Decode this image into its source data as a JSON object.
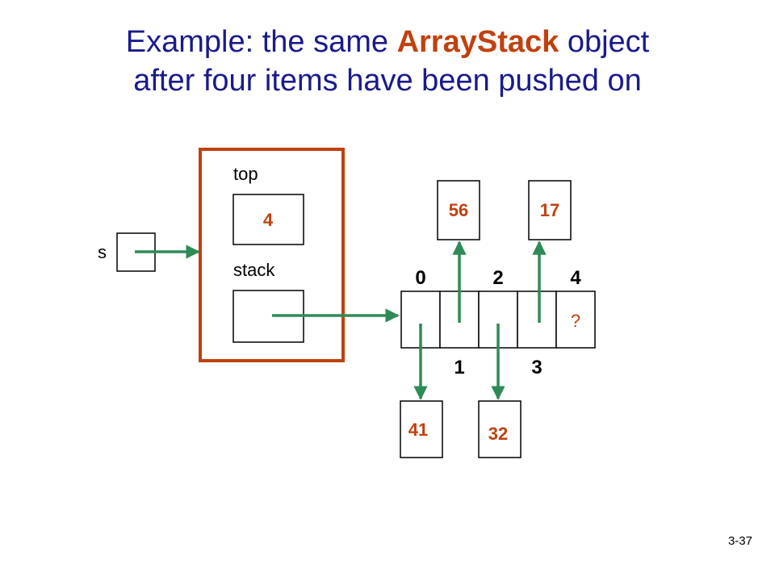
{
  "slide": {
    "title_line1_pre": "Example: the same ",
    "title_highlight": "ArrayStack",
    "title_line1_post": " object",
    "title_line2": "after four items have been pushed on",
    "slide_number": "3-37"
  },
  "diagram": {
    "variable_label": "s",
    "fields": {
      "top_label": "top",
      "top_value": "4",
      "stack_label": "stack"
    },
    "array": {
      "indices_above": [
        "0",
        "2",
        "4"
      ],
      "indices_below": [
        "1",
        "3"
      ],
      "unused_cell": "?"
    },
    "items": {
      "index0": "41",
      "index1": "56",
      "index2": "32",
      "index3": "17"
    }
  },
  "colors": {
    "title": "#1a1a8c",
    "highlight": "#c0410f",
    "arrow": "#2e8b57",
    "object_border": "#c0410f",
    "value": "#c0410f"
  }
}
